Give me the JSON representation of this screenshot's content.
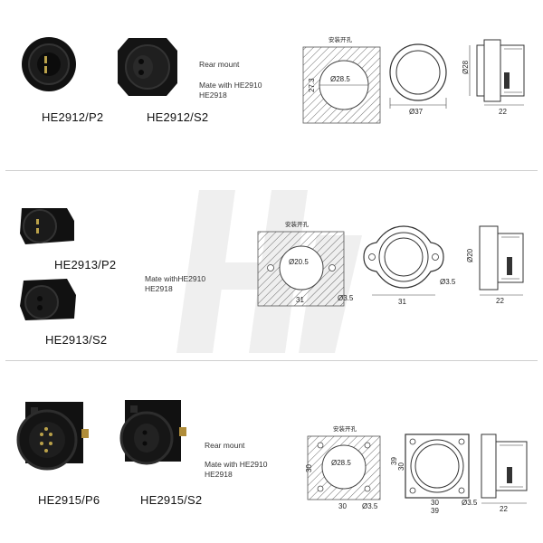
{
  "sections": [
    {
      "products": [
        "HE2912/P2",
        "HE2912/S2"
      ],
      "mount": "Rear mount",
      "mate_label": "Mate with HE2910",
      "mate_model2": "HE2918",
      "cutout_title": "安装开孔",
      "dims": {
        "hole_dia": "Ø28.5",
        "flat": "27.3",
        "outer_dia": "Ø37",
        "side_height": "Ø28",
        "side_len": "22"
      }
    },
    {
      "products": [
        "HE2913/P2",
        "HE2913/S2"
      ],
      "mount": "",
      "mate_label": "Mate withHE2910",
      "mate_model2": "HE2918",
      "cutout_title": "安装开孔",
      "dims": {
        "hole_dia": "Ø20.5",
        "hole_spacing": "31",
        "screw_hole": "Ø3.5",
        "flange_spacing": "31",
        "flange_screw": "Ø3.5",
        "side_height": "Ø20",
        "side_len": "22"
      }
    },
    {
      "products": [
        "HE2915/P6",
        "HE2915/S2"
      ],
      "mount": "Rear mount",
      "mate_label": "Mate with HE2910",
      "mate_model2": "HE2918",
      "cutout_title": "安装开孔",
      "dims": {
        "hole_dia": "Ø28.5",
        "square": "30",
        "square_h": "30",
        "screw_hole": "Ø3.5",
        "body_w": "30",
        "body_outer": "39",
        "body_h": "30",
        "body_outer_h": "39",
        "flange_screw": "Ø3.5",
        "side_len": "22"
      }
    }
  ]
}
